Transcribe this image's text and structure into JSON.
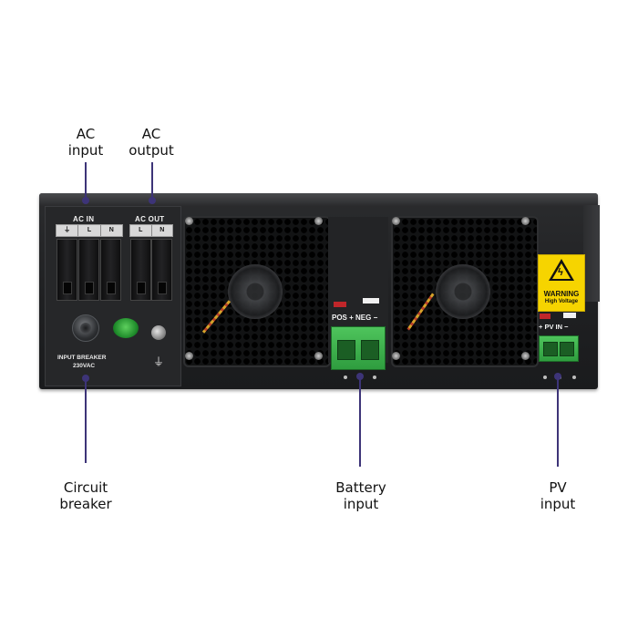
{
  "callouts": {
    "ac_input": [
      "AC",
      "input"
    ],
    "ac_output": [
      "AC",
      "output"
    ],
    "circuit_breaker": [
      "Circuit",
      "breaker"
    ],
    "battery_input": [
      "Battery",
      "input"
    ],
    "pv_input": [
      "PV",
      "input"
    ]
  },
  "panel": {
    "ac_in_label": "AC IN",
    "ac_out_label": "AC OUT",
    "ac_in_terminals": [
      "⏚",
      "L",
      "N"
    ],
    "ac_out_terminals": [
      "L",
      "N"
    ],
    "breaker_label_1": "INPUT BREAKER",
    "breaker_label_2": "230VAC",
    "battery_polarity": "POS +  NEG −",
    "pv_label": "+ PV IN −",
    "warning_title": "WARNING",
    "warning_sub": "High Voltage",
    "ground_symbol": "⏚"
  },
  "colors": {
    "leader_line": "#3d3478",
    "device_body": "#222325",
    "terminal_green": "#3cb04a",
    "warning_yellow": "#f6d400"
  },
  "icons": {
    "warning": "high-voltage-warning-icon",
    "ground": "ground-icon",
    "fan": "cooling-fan-icon"
  }
}
